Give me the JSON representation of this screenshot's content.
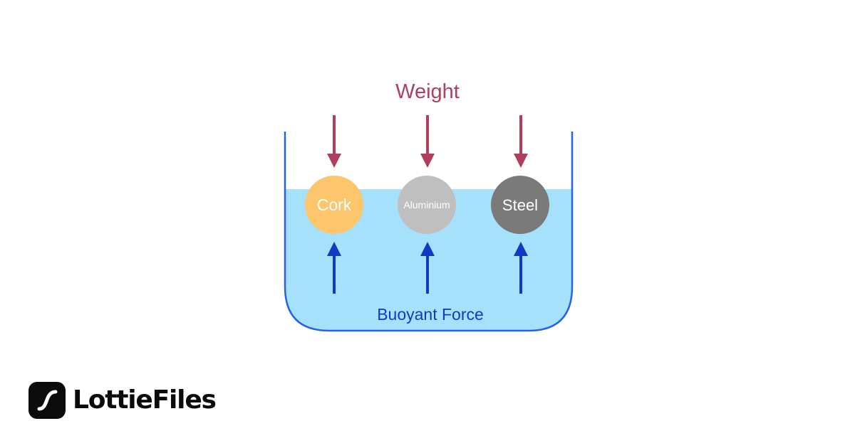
{
  "diagram": {
    "weight_label": "Weight",
    "buoyant_label": "Buoyant Force",
    "objects": [
      {
        "label": "Cork",
        "fill": "#fec66c",
        "text_color": "#ffffff"
      },
      {
        "label": "Aluminium",
        "fill": "#bfbfbf",
        "text_color": "#ffffff"
      },
      {
        "label": "Steel",
        "fill": "#7a7a7a",
        "text_color": "#ffffff"
      }
    ],
    "colors": {
      "weight": "#b03f5e",
      "buoyant": "#1239c2",
      "water": "#a6e1fb",
      "container": "#2563eb"
    }
  },
  "brand": {
    "name": "LottieFiles",
    "logo_icon": "lottie-logo-icon"
  }
}
